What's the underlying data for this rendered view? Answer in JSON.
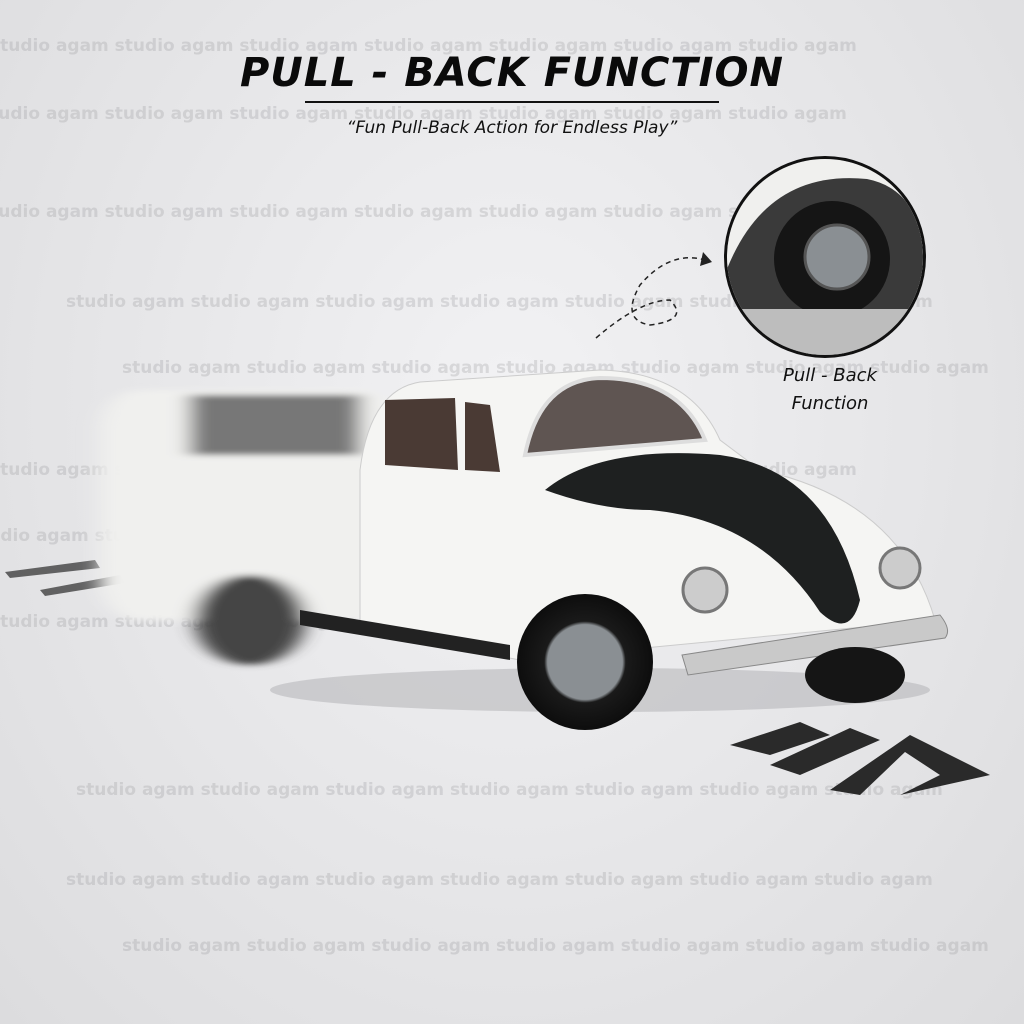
{
  "header": {
    "title": "PULL - BACK FUNCTION",
    "subtitle": "“Fun Pull-Back Action for Endless Play”"
  },
  "callout": {
    "label_line1": "Pull - Back",
    "label_line2": "Function"
  },
  "watermark": "studio agam studio agam studio agam studio agam studio agam studio agam studio agam",
  "colors": {
    "text": "#0a0a0a",
    "car_body": "#f4f4f2",
    "hood": "#1e2020",
    "arrows": "#2a2a2a"
  }
}
